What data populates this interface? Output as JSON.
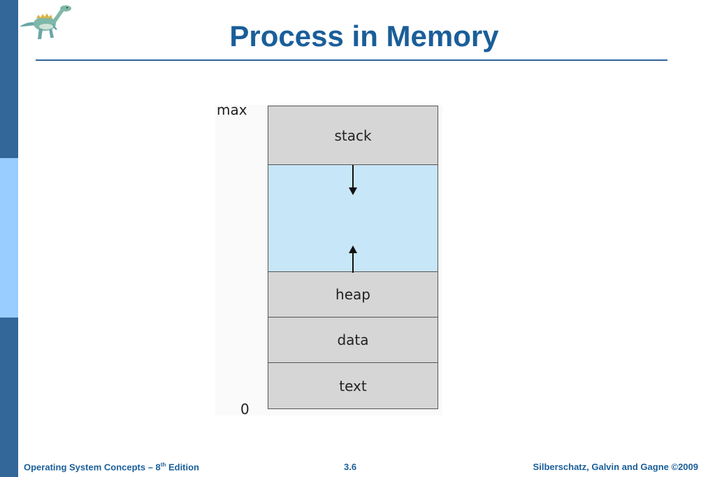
{
  "slide": {
    "title": "Process in Memory"
  },
  "diagram": {
    "label_top": "max",
    "label_bottom": "0",
    "segments": {
      "stack": "stack",
      "heap": "heap",
      "data": "data",
      "text": "text"
    }
  },
  "footer": {
    "left_prefix": "Operating System Concepts – 8",
    "left_sup": "th",
    "left_suffix": " Edition",
    "page": "3.6",
    "right": "Silberschatz, Galvin and Gagne ©2009"
  },
  "colors": {
    "title": "#1a5e99",
    "sidebar_dark": "#336699",
    "sidebar_light": "#99ccff",
    "segment_gray": "#d6d6d6",
    "free_space": "#c7e6f7"
  }
}
